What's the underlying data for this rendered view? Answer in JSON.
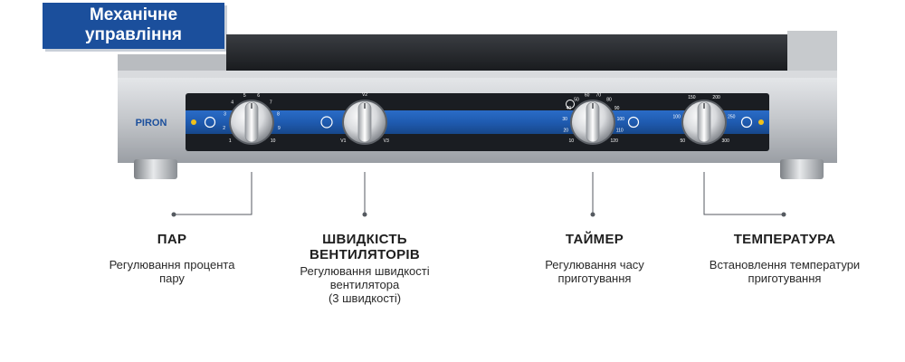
{
  "badge": {
    "line1": "Механічне",
    "line2": "управління"
  },
  "panel": {
    "brand": "PIRON",
    "knobs": [
      {
        "id": "steam",
        "name": "ПАР",
        "ticks": [
          "1",
          "2",
          "3",
          "4",
          "5",
          "6",
          "7",
          "8",
          "9",
          "10"
        ]
      },
      {
        "id": "fan",
        "name": "ШВИДКІСТЬ ВЕНТИЛЯТОРІВ",
        "ticks": [
          "V1",
          "V2",
          "V3"
        ]
      },
      {
        "id": "timer",
        "name": "ТАЙМЕР",
        "ticks": [
          "10",
          "20",
          "30",
          "40",
          "50",
          "60",
          "70",
          "80",
          "90",
          "100",
          "110",
          "120"
        ]
      },
      {
        "id": "temp",
        "name": "ТЕМПЕРАТУРА",
        "ticks": [
          "50",
          "100",
          "150",
          "200",
          "250",
          "300"
        ]
      }
    ]
  },
  "captions": {
    "steam": {
      "title": "ПАР",
      "desc_line1": "Регулювання процента",
      "desc_line2": "пару"
    },
    "fan": {
      "title_line1": "ШВИДКІСТЬ",
      "title_line2": "ВЕНТИЛЯТОРІВ",
      "desc_line1": "Регулювання швидкості",
      "desc_line2": "вентилятора",
      "desc_line3": "(3 швидкості)"
    },
    "timer": {
      "title": "ТАЙМЕР",
      "desc_line1": "Регулювання часу",
      "desc_line2": "приготування"
    },
    "temp": {
      "title": "ТЕМПЕРАТУРА",
      "desc_line1": "Встановлення температури",
      "desc_line2": "приготування"
    }
  },
  "colors": {
    "badge": "#1b4f9c",
    "panel_blue": "#1f5bb0",
    "panel_dark": "#1a1d22",
    "steel": "#c9ccd0",
    "indicator": "#f2c21b"
  }
}
